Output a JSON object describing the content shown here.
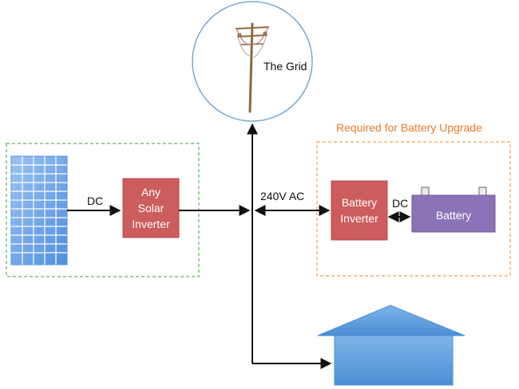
{
  "grid": {
    "label": "The Grid"
  },
  "solar_inverter": {
    "lines": [
      "Any",
      "Solar",
      "Inverter"
    ]
  },
  "battery_upgrade": {
    "title": "Required for Battery Upgrade"
  },
  "battery_inverter": {
    "lines": [
      "Battery",
      "Inverter"
    ]
  },
  "battery": {
    "label": "Battery"
  },
  "labels": {
    "dc_solar": "DC",
    "ac_bus": "240V AC",
    "dc_battery": "DC"
  },
  "colors": {
    "inverter_fill": "#cd5c5c",
    "battery_fill": "#8b73b8",
    "house_fill": "#5b9bd8",
    "solar_panel": "#6fa6e6",
    "solar_group_border": "#5fb35f",
    "battery_group_border": "#f0a05a",
    "grid_circle_border": "#7aa6cc",
    "line": "#111111"
  }
}
